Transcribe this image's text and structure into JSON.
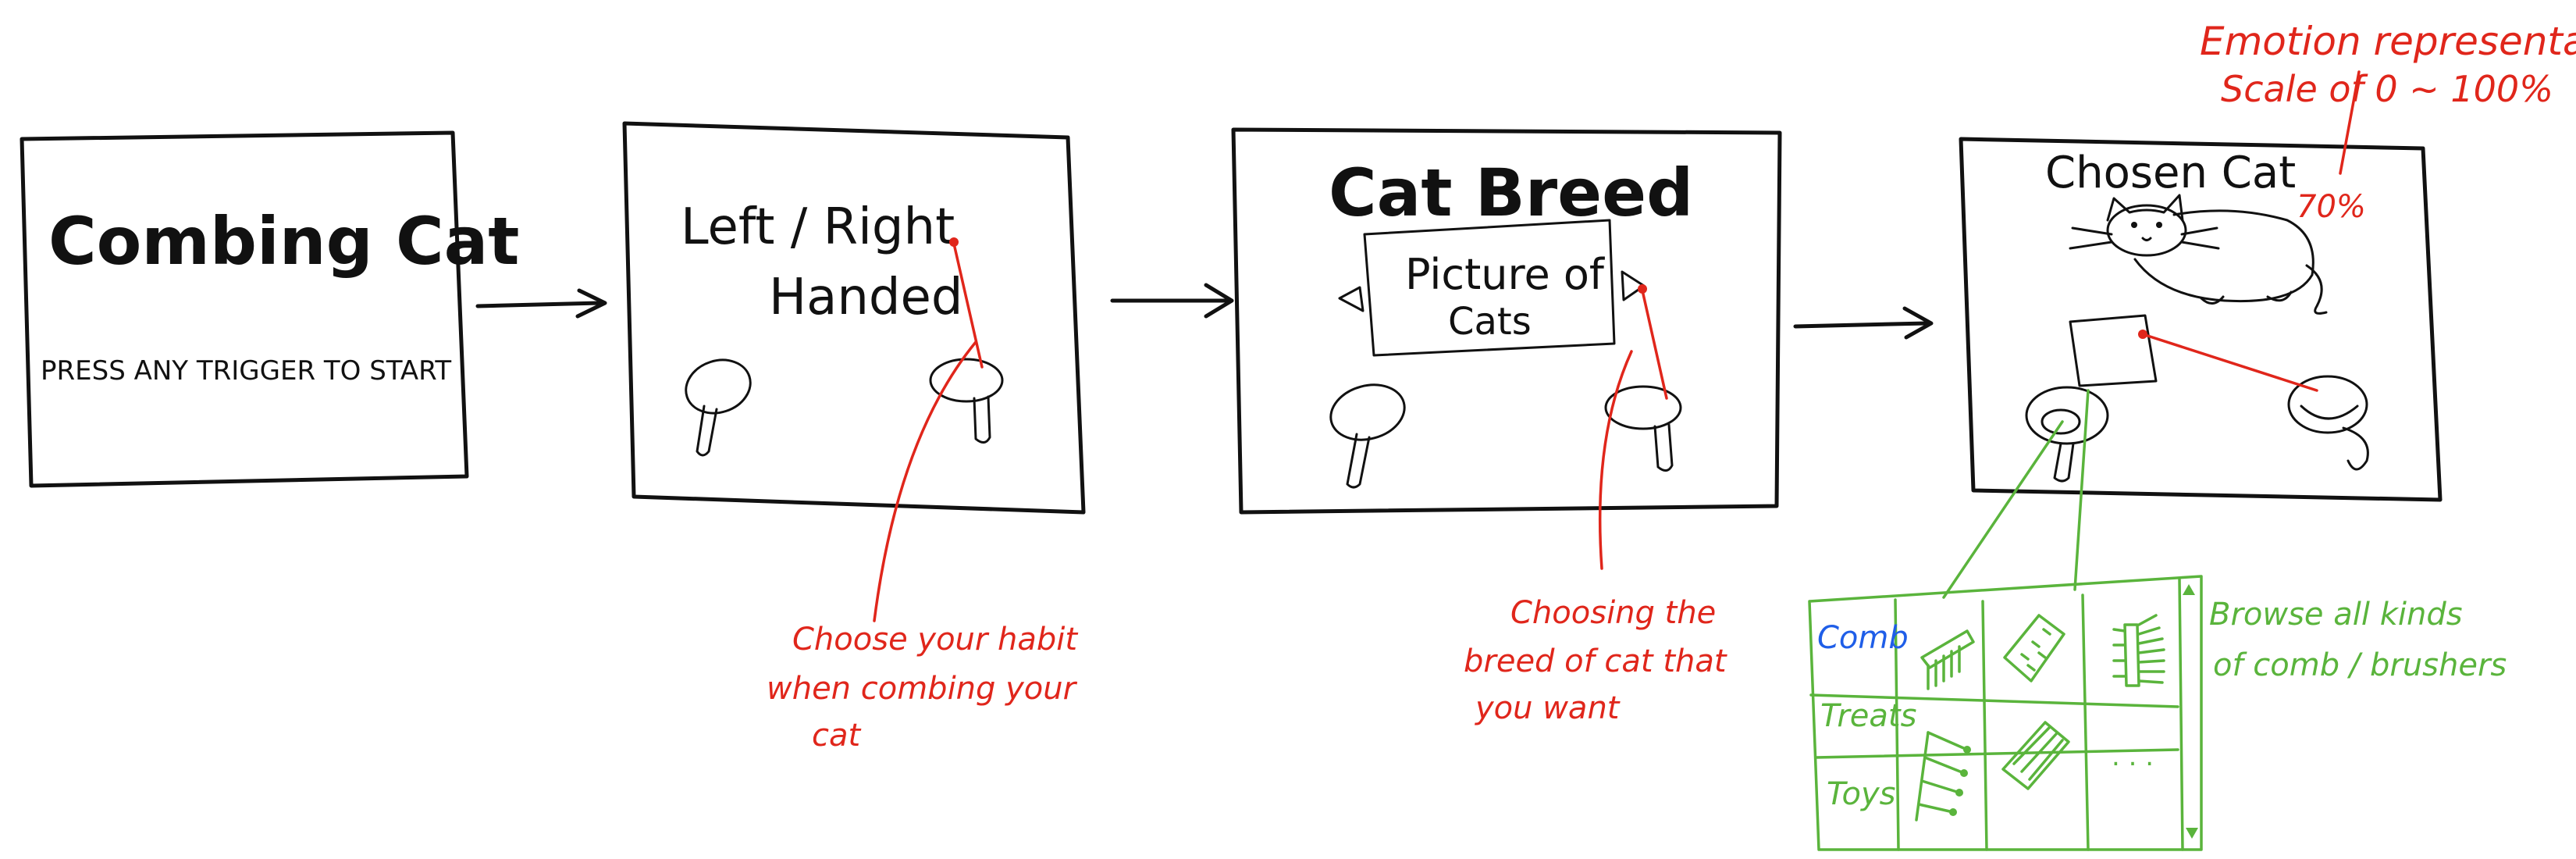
{
  "screen1": {
    "title": "Combing Cat",
    "subtitle": "PRESS ANY TRIGGER TO START"
  },
  "screen2": {
    "line1": "Left / Right",
    "line2": "Handed"
  },
  "screen3": {
    "title": "Cat Breed",
    "picture_line1": "Picture of",
    "picture_line2": "Cats"
  },
  "screen4": {
    "title": "Chosen Cat",
    "percent": "70%"
  },
  "annotations": {
    "emotion_line1": "Emotion representation",
    "emotion_line2": "Scale of 0 ~ 100%",
    "habit_line1": "Choose your habit",
    "habit_line2": "when combing your",
    "habit_line3": "cat",
    "breed_line1": "Choosing the",
    "breed_line2": "breed of cat that",
    "breed_line3": "you want",
    "browse_line1": "Browse all kinds",
    "browse_line2": "of comb / brushers"
  },
  "inventory": {
    "tabs": [
      "Comb",
      "Treats",
      "Toys"
    ],
    "more": ". . ."
  },
  "icons": [
    "controller-icon",
    "arrow-right-icon",
    "triangle-left-icon",
    "triangle-right-icon",
    "cat-icon",
    "comb-icon",
    "brush-icon",
    "scroll-arrow-icon"
  ],
  "colors": {
    "ink": "#111111",
    "annotation_red": "#e0261b",
    "annotation_green": "#5ab43c",
    "tab_active_blue": "#1f5ee8"
  }
}
